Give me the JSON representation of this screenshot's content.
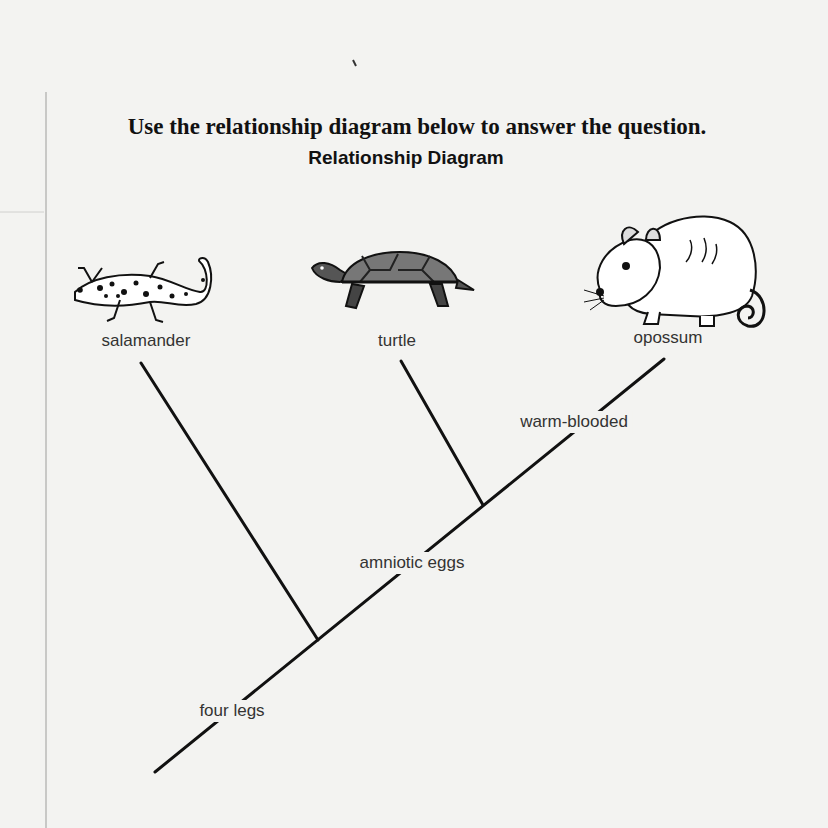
{
  "diagram": {
    "title": "Relationship Diagram",
    "labels": [
      "Use the relationship diagram below to answer the question.",
      "salamander",
      "turtle",
      "opossum",
      "warm-blooded",
      "amniotic eggs",
      "four legs"
    ]
  }
}
